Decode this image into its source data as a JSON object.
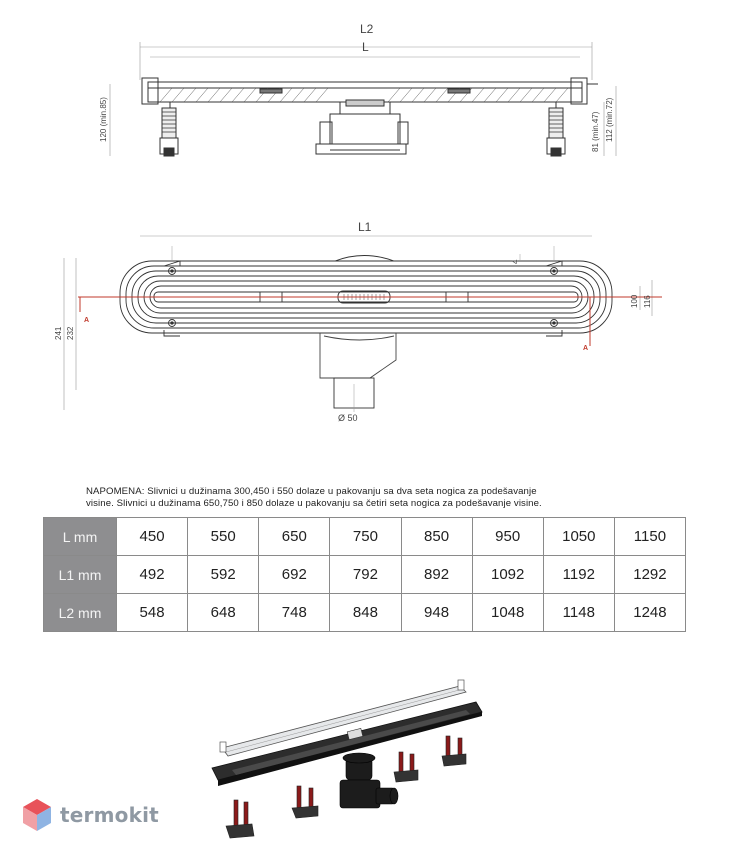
{
  "drawing_top": {
    "label_l2": "L2",
    "label_l": "L",
    "label_left_height": "120 (min.85)",
    "label_right_height_1": "81 (min.47)",
    "label_right_height_2": "112 (min.72)"
  },
  "drawing_plan": {
    "label_l1": "L1",
    "label_4": "4",
    "label_100": "100",
    "label_116": "116",
    "label_241": "241",
    "label_232": "232",
    "label_a_left": "A",
    "label_a_right": "A",
    "label_diameter": "Ø 50"
  },
  "note": {
    "line1": "NAPOMENA: Slivnici u dužinama 300,450 i 550 dolaze u pakovanju sa dva seta nogica za podešavanje",
    "line2": "visine. Slivnici u dužinama 650,750 i 850 dolaze u pakovanju sa četiri seta nogica za podešavanje visine."
  },
  "table": {
    "rows": [
      {
        "header": "L mm",
        "cells": [
          "450",
          "550",
          "650",
          "750",
          "850",
          "950",
          "1050",
          "1150"
        ]
      },
      {
        "header": "L1 mm",
        "cells": [
          "492",
          "592",
          "692",
          "792",
          "892",
          "1092",
          "1192",
          "1292"
        ]
      },
      {
        "header": "L2 mm",
        "cells": [
          "548",
          "648",
          "748",
          "848",
          "948",
          "1048",
          "1148",
          "1248"
        ]
      }
    ]
  },
  "logo": {
    "text": "termokit",
    "icon": "hexagon-cube-icon",
    "colors": {
      "red": "#e8525a",
      "blue": "#8fb4e3",
      "text": "#8f99a3"
    }
  },
  "colors": {
    "line": "#333333",
    "section_line": "#c0392b",
    "table_header_bg": "#8e8e90",
    "leg_red": "#8b1a1a"
  }
}
